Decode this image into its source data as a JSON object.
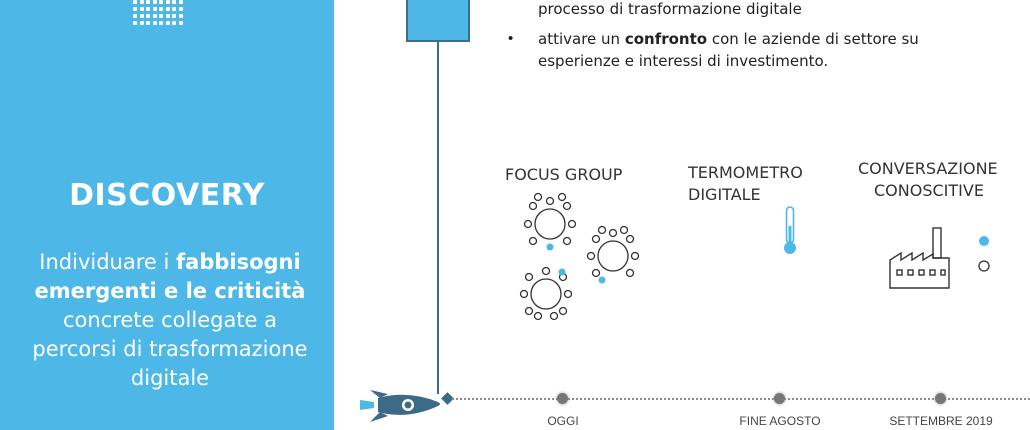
{
  "panel": {
    "title": "DISCOVERY",
    "desc_part1": "Individuare i ",
    "desc_bold": "fabbisogni emergenti e le criticità",
    "desc_part2": " concrete collegate a percorsi di trasformazione digitale"
  },
  "intro": {
    "line1": "processo di trasformazione digitale",
    "bullet_char": "•",
    "bullet_pre": "attivare un ",
    "bullet_bold": "confronto",
    "bullet_post": " con le aziende di settore su esperienze e interessi di investimento."
  },
  "activities": [
    {
      "label": "FOCUS GROUP",
      "icon": "people-circles-icon"
    },
    {
      "label_line1": "TERMOMETRO",
      "label_line2": "DIGITALE",
      "icon": "thermometer-icon"
    },
    {
      "label_line1": "CONVERSAZIONE",
      "label_line2": "CONOSCITIVE",
      "icon": "factory-icon"
    }
  ],
  "timeline": {
    "points": [
      "OGGI",
      "FINE AGOSTO",
      "SETTEMBRE 2019"
    ],
    "icon": "rocket-icon"
  },
  "colors": {
    "accent": "#4db8e8",
    "dark": "#3d6a86",
    "text": "#222222"
  }
}
